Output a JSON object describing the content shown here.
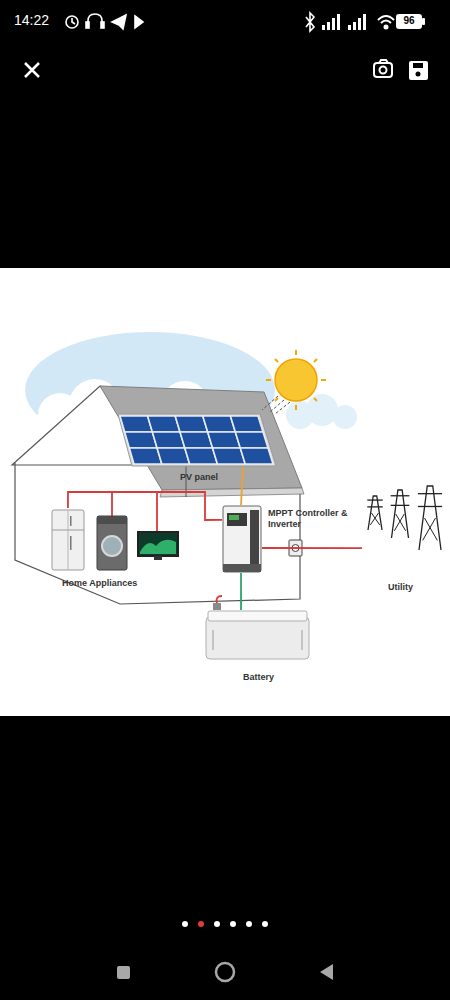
{
  "diagram": {
    "nodes": [
      {
        "text": [
          "PV panel"
        ]
      },
      {
        "text": [
          "Home Appliances"
        ]
      },
      {
        "text": [
          "MPPT Controller & Inverter"
        ]
      },
      {
        "text": [
          "Utility"
        ]
      },
      {
        "text": [
          "Battery"
        ]
      }
    ],
    "edges": [
      {
        "from": 0,
        "to": 2,
        "arrow": "none"
      },
      {
        "from": 2,
        "to": 1,
        "arrow": "none"
      },
      {
        "from": 2,
        "to": 3,
        "arrow": "none"
      },
      {
        "from": 2,
        "to": 4,
        "arrow": "none"
      }
    ],
    "labels": [
      "14:22",
      "96"
    ]
  }
}
